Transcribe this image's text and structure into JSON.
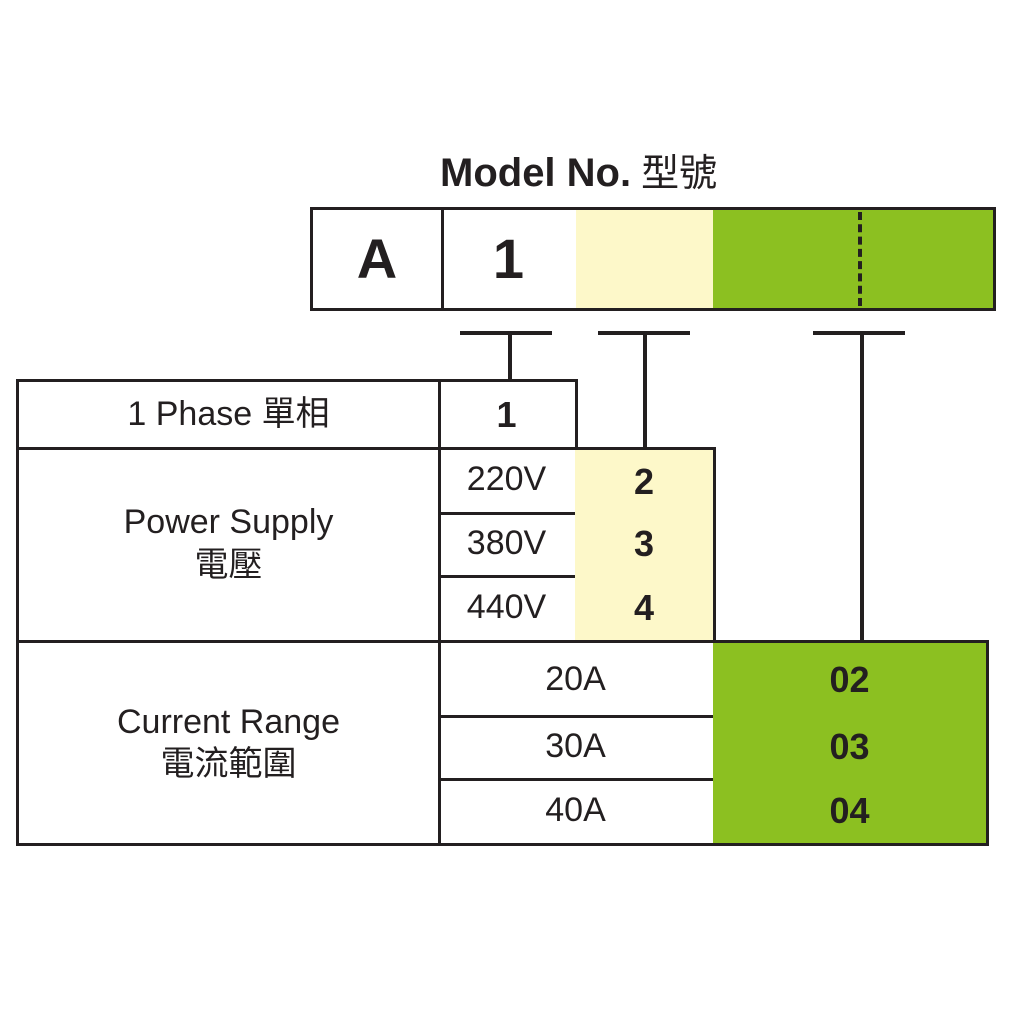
{
  "title": {
    "text": "Model No.",
    "cn": "型號"
  },
  "model": {
    "pos1": "A",
    "pos2": "1",
    "pos3": "",
    "pos4": ""
  },
  "phase": {
    "label": "1 Phase  單相",
    "code": "1"
  },
  "power_supply": {
    "label_en": "Power Supply",
    "label_cn": "電壓",
    "rows": [
      {
        "value": "220V",
        "code": "2"
      },
      {
        "value": "380V",
        "code": "3"
      },
      {
        "value": "440V",
        "code": "4"
      }
    ]
  },
  "current_range": {
    "label_en": "Current Range",
    "label_cn": "電流範圍",
    "rows": [
      {
        "value": "20A",
        "code": "02"
      },
      {
        "value": "30A",
        "code": "03"
      },
      {
        "value": "40A",
        "code": "04"
      }
    ]
  },
  "colors": {
    "cream": "#fdf8c9",
    "green": "#8cc021",
    "ink": "#231f20"
  }
}
